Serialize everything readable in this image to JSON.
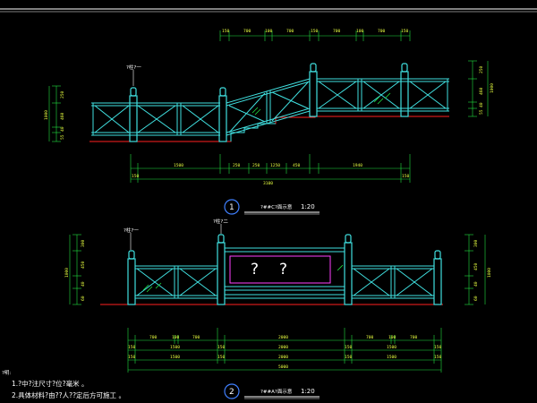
{
  "colors": {
    "background": "#000000",
    "structure": "#40e0e0",
    "dimension": "#20e040",
    "dim_text": "#e8ff40",
    "ground": "#ff2020",
    "panel": "#ff40ff",
    "text": "#ffffff"
  },
  "elevation1": {
    "index": "1",
    "title": "?##C?面示意",
    "scale": "1:20",
    "pillar_label": "?柱?一",
    "top_dims": [
      "150",
      "700",
      "100",
      "700",
      "150",
      "700",
      "100",
      "700",
      "150"
    ],
    "bottom_dims_row1": [
      "1500",
      "250",
      "250",
      "1250",
      "450",
      "1940"
    ],
    "bottom_dims_row2": [
      "150",
      "3100",
      "150"
    ],
    "left_dims": [
      "250",
      "460",
      "40",
      "55",
      "1000"
    ],
    "right_dims": [
      "250",
      "460",
      "40",
      "55",
      "1000"
    ]
  },
  "elevation2": {
    "index": "2",
    "title": "?##A?面示意",
    "scale": "1:20",
    "pillar_label_left": "?柱?一",
    "pillar_label_right": "?柱?二",
    "panel_marks": [
      "?",
      "?"
    ],
    "bottom_dims_row1": [
      "700",
      "100",
      "700",
      "2000",
      "700",
      "100",
      "700"
    ],
    "bottom_dims_row2": [
      "150",
      "1500",
      "150",
      "2000",
      "150",
      "1500",
      "150"
    ],
    "bottom_dims_row3": [
      "150",
      "1500",
      "150",
      "2000",
      "150",
      "1500",
      "150"
    ],
    "bottom_total": "5000",
    "left_dims": [
      "300",
      "450",
      "40",
      "60",
      "1000"
    ],
    "right_dims": [
      "300",
      "450",
      "40",
      "60",
      "1000"
    ]
  },
  "notes": {
    "heading": "?明:",
    "line1": "1.?中?注尺寸?位?毫米 。",
    "line2": "2.具体材料?由??人??定后方可施工 。"
  }
}
